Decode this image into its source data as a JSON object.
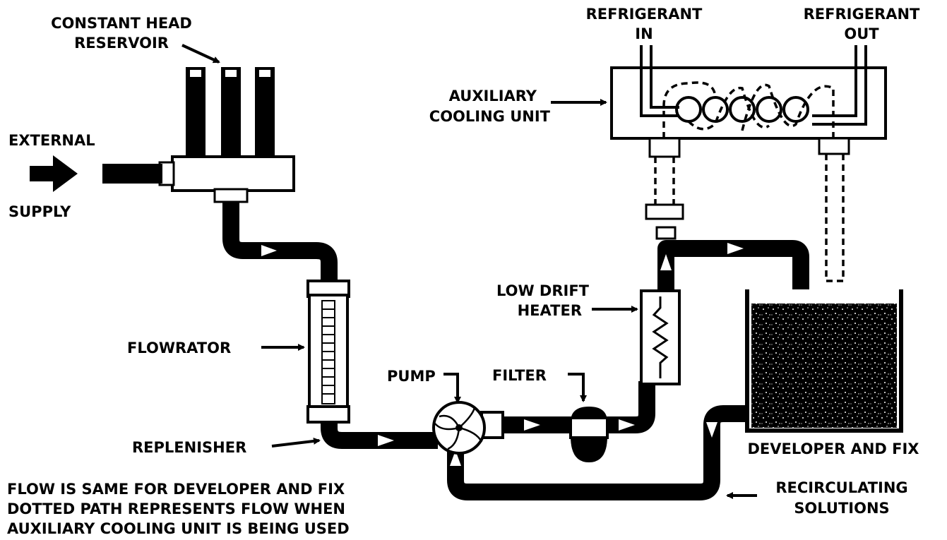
{
  "labels": {
    "constant_head_reservoir": [
      "CONSTANT HEAD",
      "RESERVOIR"
    ],
    "external_supply": [
      "EXTERNAL",
      "SUPPLY"
    ],
    "flowrator": "FLOWRATOR",
    "replenisher": "REPLENISHER",
    "pump": "PUMP",
    "filter": "FILTER",
    "low_drift_heater": [
      "LOW DRIFT",
      "HEATER"
    ],
    "auxiliary_cooling_unit": [
      "AUXILIARY",
      "COOLING UNIT"
    ],
    "refrigerant_in": [
      "REFRIGERANT",
      "IN"
    ],
    "refrigerant_out": [
      "REFRIGERANT",
      "OUT"
    ],
    "developer_and_fix": "DEVELOPER AND FIX",
    "recirculating_solutions": [
      "RECIRCULATING",
      "SOLUTIONS"
    ]
  },
  "notes": [
    "FLOW IS SAME FOR DEVELOPER AND FIX",
    "DOTTED PATH REPRESENTS FLOW WHEN",
    "AUXILIARY COOLING UNIT IS BEING USED"
  ]
}
